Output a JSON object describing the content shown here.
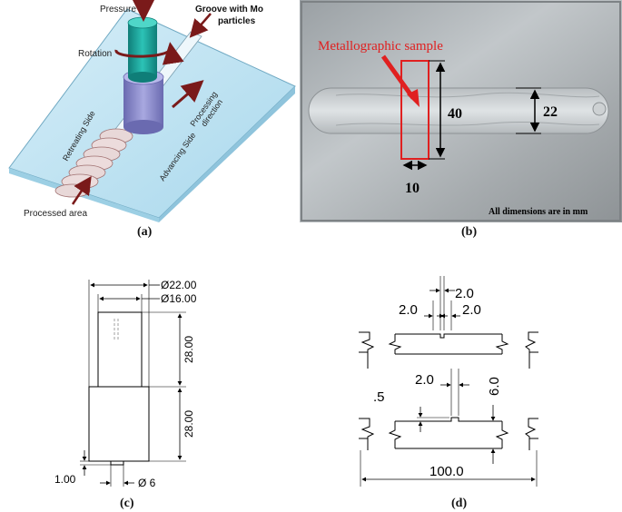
{
  "panel_a": {
    "label_pressure": "Pressure",
    "label_groove_line1": "Groove with Mo",
    "label_groove_line2": "particles",
    "label_rotation": "Rotation",
    "label_processing_line1": "Processing",
    "label_processing_line2": "direction",
    "label_retreating": "Retreating Side",
    "label_advancing": "Advancing Side",
    "label_processed": "Processed area"
  },
  "panel_b": {
    "label_sample": "Metallographic sample",
    "dim_40": "40",
    "dim_22": "22",
    "dim_10": "10",
    "note": "All dimensions  are in mm"
  },
  "panel_c": {
    "dim_d22": "Ø22.00",
    "dim_d16": "Ø16.00",
    "dim_28_top": "28.00",
    "dim_28_bottom": "28.00",
    "dim_1": "1.00",
    "dim_d6": "Ø 6"
  },
  "panel_d": {
    "dim_top": "2.0",
    "dim_left": "2.0",
    "dim_right": "2.0",
    "dim_groove": "2.0",
    "dim_depth": "6.0",
    "dim_half": ".5",
    "dim_total": "100.0"
  },
  "captions": {
    "a": "(a)",
    "b": "(b)",
    "c": "(c)",
    "d": "(d)"
  },
  "colors": {
    "red": "#e02020",
    "arrow_dark": "#7a1a1a",
    "plate": "#bfe3f2",
    "pin": "#1fa39a",
    "shoulder": "#8c8cc8"
  }
}
